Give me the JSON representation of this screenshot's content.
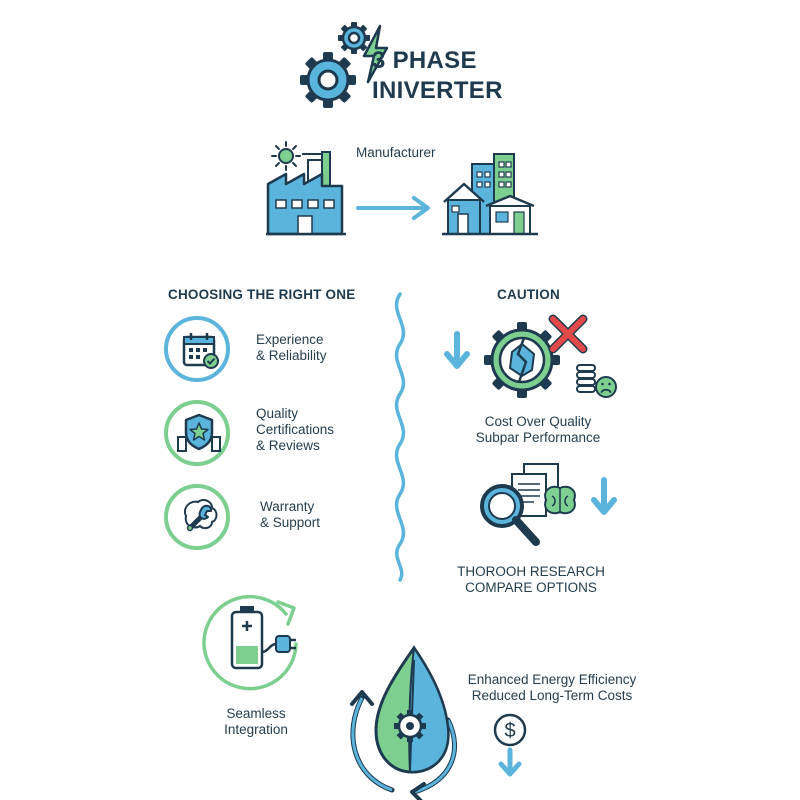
{
  "title": {
    "line1": "3 PHASE",
    "line2": "INIVERTER"
  },
  "manufacturer": {
    "label": "Manufacturer"
  },
  "choosing": {
    "heading": "CHOOSING THE RIGHT ONE",
    "items": [
      {
        "line1": "Experience",
        "line2": "& Reliability"
      },
      {
        "line1": "Quality",
        "line2": "Certifications",
        "line3": "& Reviews"
      },
      {
        "line1": "Warranty",
        "line2": "& Support"
      }
    ]
  },
  "caution": {
    "heading": "CAUTION",
    "item1": {
      "line1": "Cost Over Quality",
      "line2": "Subpar Performance"
    },
    "item2": {
      "line1": "THOROOH RESEARCH",
      "line2": "COMPARE OPTIONS"
    }
  },
  "integration": {
    "line1": "Seamless",
    "line2": "Integration"
  },
  "efficiency": {
    "line1": "Enhanced Energy Efficiency",
    "line2": "Reduced Long-Term Costs"
  },
  "colors": {
    "navy": "#1e3a4f",
    "blue": "#5ab4dc",
    "green": "#7ccf8e",
    "red": "#e24a4a"
  }
}
